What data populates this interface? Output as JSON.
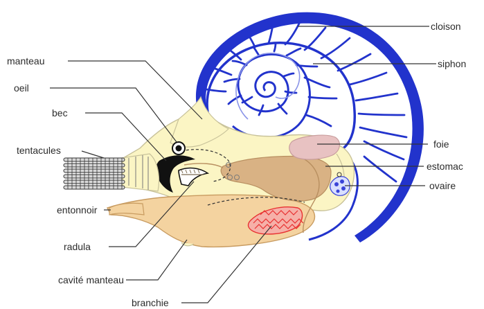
{
  "labels": {
    "manteau": "manteau",
    "oeil": "oeil",
    "bec": "bec",
    "tentacules": "tentacules",
    "entonnoir": "entonnoir",
    "radula": "radula",
    "cavite_manteau": "cavité manteau",
    "branchie": "branchie",
    "cloison": "cloison",
    "siphon": "siphon",
    "foie": "foie",
    "estomac": "estomac",
    "ovaire": "ovaire"
  },
  "colors": {
    "shell": "#2233cc",
    "body": "#fbf5c4",
    "body_outline": "#c8c29a",
    "mantle_cavity": "#f4d3a0",
    "stomach": "#d9b284",
    "liver": "#e8c2c2",
    "gill": "#e83030",
    "ovary": "#3a44d8",
    "beak": "#111111"
  }
}
